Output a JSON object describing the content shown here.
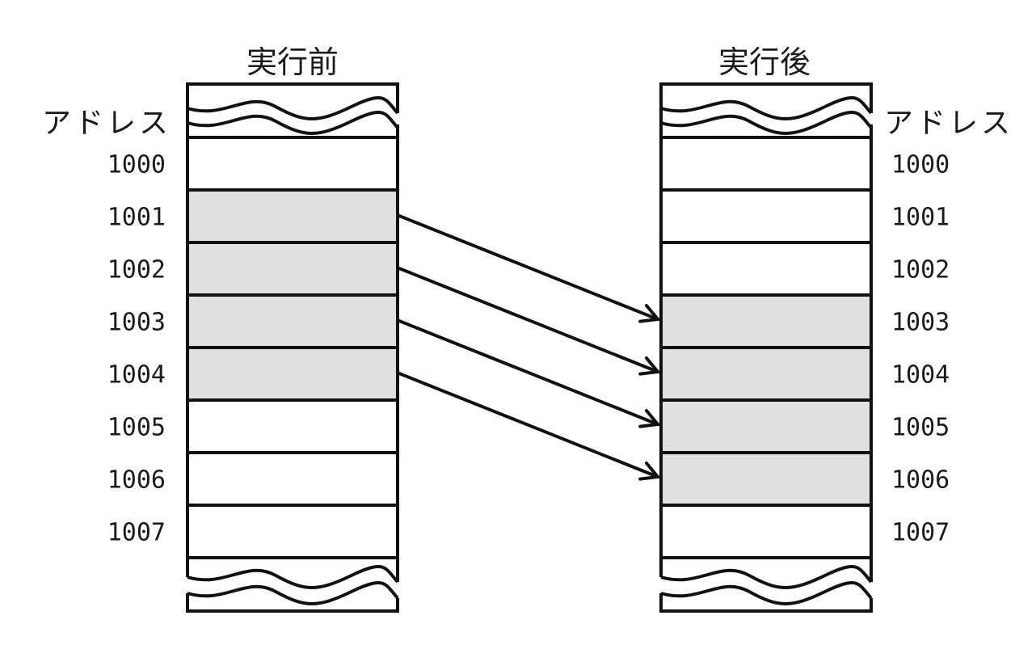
{
  "diagram": {
    "type": "memory-block-move",
    "before": {
      "title": "実行前",
      "address_header": "アドレス",
      "cells": [
        {
          "address": "1000",
          "shaded": false
        },
        {
          "address": "1001",
          "shaded": true
        },
        {
          "address": "1002",
          "shaded": true
        },
        {
          "address": "1003",
          "shaded": true
        },
        {
          "address": "1004",
          "shaded": true
        },
        {
          "address": "1005",
          "shaded": false
        },
        {
          "address": "1006",
          "shaded": false
        },
        {
          "address": "1007",
          "shaded": false
        }
      ]
    },
    "after": {
      "title": "実行後",
      "address_header": "アドレス",
      "cells": [
        {
          "address": "1000",
          "shaded": false
        },
        {
          "address": "1001",
          "shaded": false
        },
        {
          "address": "1002",
          "shaded": false
        },
        {
          "address": "1003",
          "shaded": true
        },
        {
          "address": "1004",
          "shaded": true
        },
        {
          "address": "1005",
          "shaded": true
        },
        {
          "address": "1006",
          "shaded": true
        },
        {
          "address": "1007",
          "shaded": false
        }
      ]
    },
    "arrows": [
      {
        "from": "1001",
        "to": "1003"
      },
      {
        "from": "1002",
        "to": "1004"
      },
      {
        "from": "1003",
        "to": "1005"
      },
      {
        "from": "1004",
        "to": "1006"
      }
    ],
    "colors": {
      "shade": "#e0e0e0",
      "line": "#111111"
    }
  }
}
